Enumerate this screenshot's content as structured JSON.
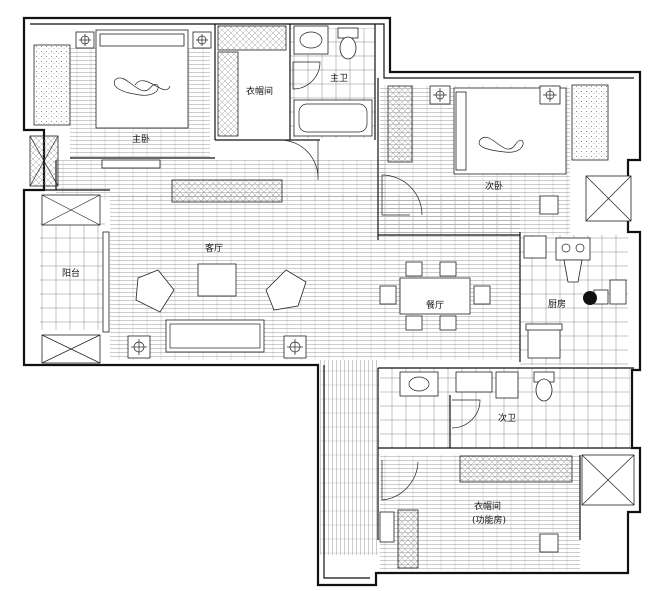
{
  "plan": {
    "labels": {
      "master_bedroom": "主卧",
      "walkin_closet_1": "衣帽间",
      "master_bath": "主卫",
      "second_bedroom": "次卧",
      "living_room": "客厅",
      "balcony": "阳台",
      "dining_room": "餐厅",
      "kitchen": "厨房",
      "second_bath": "次卫",
      "walkin_closet_2": "衣帽间",
      "function_room": "(功能房)"
    }
  }
}
